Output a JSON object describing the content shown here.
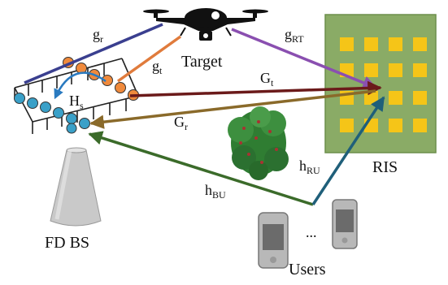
{
  "labels": {
    "target": "Target",
    "ris": "RIS",
    "fd_bs": "FD BS",
    "users": "Users",
    "dots": "...",
    "g_r": "g",
    "g_r_sub": "r",
    "g_t": "g",
    "g_t_sub": "t",
    "g_rt": "g",
    "g_rt_sub": "RT",
    "G_t": "G",
    "G_t_sub": "t",
    "G_r": "G",
    "G_r_sub": "r",
    "H_s": "H",
    "H_s_sub": "s",
    "h_ru": "h",
    "h_ru_sub": "RU",
    "h_bu": "h",
    "h_bu_sub": "BU"
  },
  "colors": {
    "g_r": "#3a3f8f",
    "g_t": "#e07b3c",
    "g_rt": "#8a4fb0",
    "G_t": "#6b1a1a",
    "G_r": "#8a6a2a",
    "h_ru": "#1f5f7a",
    "h_bu": "#3b6b2a",
    "H_s": "#2a7ac0",
    "ris_panel": "#8aab66",
    "ris_element": "#f5c518",
    "tx_antenna": "#f08a3c",
    "rx_antenna": "#3aa0c8"
  },
  "icons": [
    "drone-icon",
    "ris-panel-icon",
    "tree-icon",
    "base-station-icon",
    "phone-icon"
  ]
}
